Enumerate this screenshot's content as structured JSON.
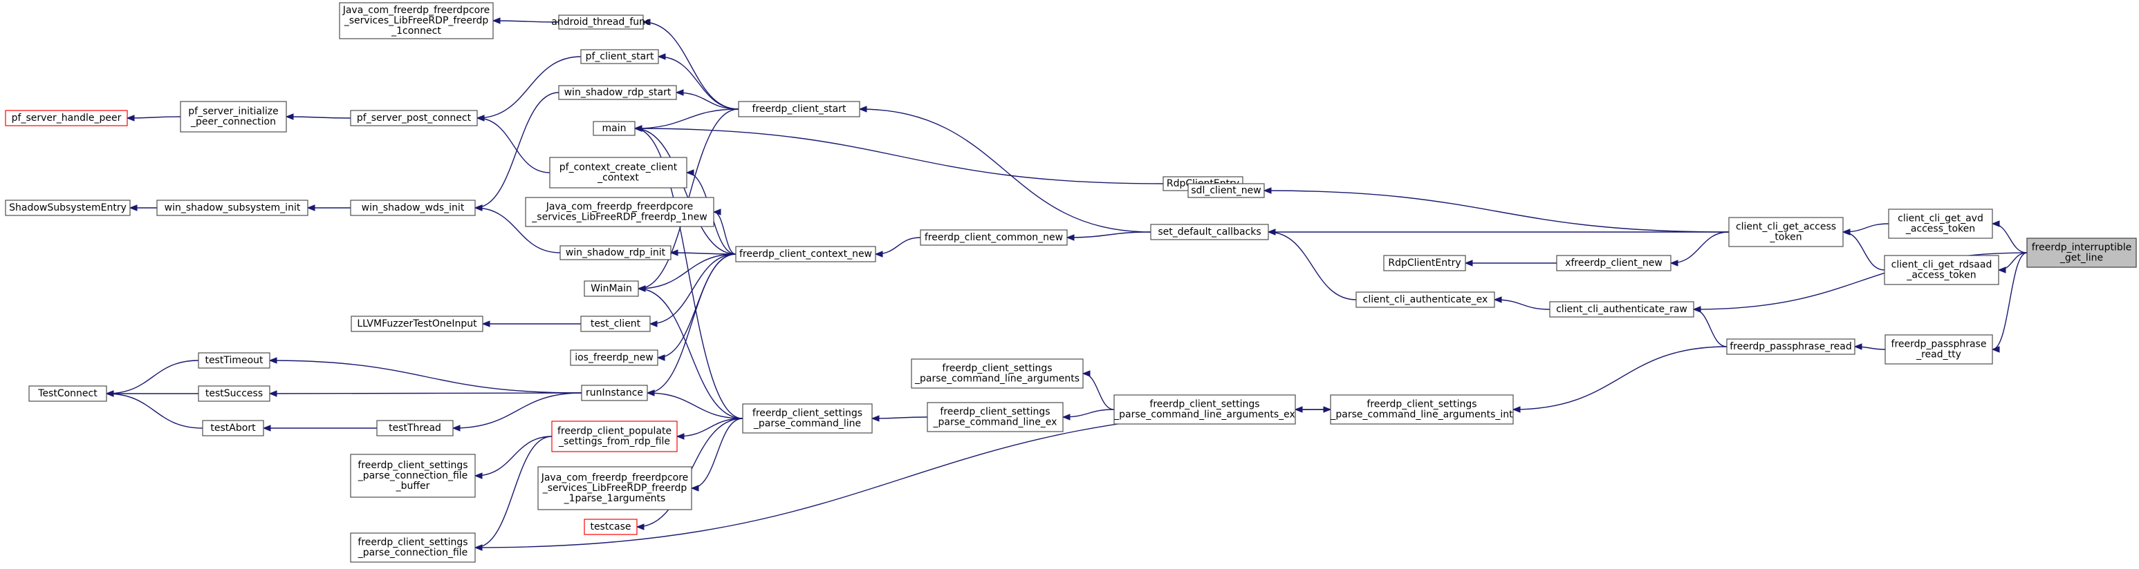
{
  "diagram": {
    "nodes": [
      {
        "id": "java_connect",
        "lines": [
          "Java_com_freerdp_freerdpcore",
          "_services_LibFreeRDP_freerdp",
          "_1connect"
        ]
      },
      {
        "id": "android_thread_func",
        "lines": [
          "android_thread_func"
        ]
      },
      {
        "id": "pf_client_start",
        "lines": [
          "pf_client_start"
        ]
      },
      {
        "id": "freerdp_client_start",
        "lines": [
          "freerdp_client_start"
        ]
      },
      {
        "id": "win_shadow_rdp_start",
        "lines": [
          "win_shadow_rdp_start"
        ]
      },
      {
        "id": "pf_server_handle_peer",
        "lines": [
          "pf_server_handle_peer"
        ],
        "style": "red"
      },
      {
        "id": "pf_server_initialize_peer_connection",
        "lines": [
          "pf_server_initialize",
          "_peer_connection"
        ]
      },
      {
        "id": "pf_server_post_connect",
        "lines": [
          "pf_server_post_connect"
        ]
      },
      {
        "id": "main",
        "lines": [
          "main"
        ]
      },
      {
        "id": "pf_context_create_client_context",
        "lines": [
          "pf_context_create_client",
          "_context"
        ]
      },
      {
        "id": "RdpClientEntry_sdl",
        "lines": [
          "RdpClientEntry"
        ]
      },
      {
        "id": "sdl_client_new",
        "lines": [
          "sdl_client_new"
        ]
      },
      {
        "id": "ShadowSubsystemEntry",
        "lines": [
          "ShadowSubsystemEntry"
        ]
      },
      {
        "id": "win_shadow_subsystem_init",
        "lines": [
          "win_shadow_subsystem_init"
        ]
      },
      {
        "id": "win_shadow_wds_init",
        "lines": [
          "win_shadow_wds_init"
        ]
      },
      {
        "id": "java_new",
        "lines": [
          "Java_com_freerdp_freerdpcore",
          "_services_LibFreeRDP_freerdp_1new"
        ]
      },
      {
        "id": "client_cli_get_access_token",
        "lines": [
          "client_cli_get_access",
          "_token"
        ]
      },
      {
        "id": "client_cli_get_avd_access_token",
        "lines": [
          "client_cli_get_avd",
          "_access_token"
        ]
      },
      {
        "id": "freerdp_client_common_new",
        "lines": [
          "freerdp_client_common_new"
        ]
      },
      {
        "id": "set_default_callbacks",
        "lines": [
          "set_default_callbacks"
        ]
      },
      {
        "id": "freerdp_client_context_new",
        "lines": [
          "freerdp_client_context_new"
        ]
      },
      {
        "id": "win_shadow_rdp_init",
        "lines": [
          "win_shadow_rdp_init"
        ]
      },
      {
        "id": "RdpClientEntry_x",
        "lines": [
          "RdpClientEntry"
        ]
      },
      {
        "id": "xfreerdp_client_new",
        "lines": [
          "xfreerdp_client_new"
        ]
      },
      {
        "id": "client_cli_get_rdsaad_access_token",
        "lines": [
          "client_cli_get_rdsaad",
          "_access_token"
        ]
      },
      {
        "id": "freerdp_interruptible_get_line",
        "lines": [
          "freerdp_interruptible",
          "_get_line"
        ],
        "style": "root"
      },
      {
        "id": "WinMain",
        "lines": [
          "WinMain"
        ]
      },
      {
        "id": "client_cli_authenticate_ex",
        "lines": [
          "client_cli_authenticate_ex"
        ]
      },
      {
        "id": "LLVMFuzzerTestOneInput",
        "lines": [
          "LLVMFuzzerTestOneInput"
        ]
      },
      {
        "id": "test_client",
        "lines": [
          "test_client"
        ]
      },
      {
        "id": "client_cli_authenticate_raw",
        "lines": [
          "client_cli_authenticate_raw"
        ]
      },
      {
        "id": "freerdp_passphrase_read_tty",
        "lines": [
          "freerdp_passphrase",
          "_read_tty"
        ]
      },
      {
        "id": "freerdp_passphrase_read",
        "lines": [
          "freerdp_passphrase_read"
        ]
      },
      {
        "id": "ios_freerdp_new",
        "lines": [
          "ios_freerdp_new"
        ]
      },
      {
        "id": "testTimeout",
        "lines": [
          "testTimeout"
        ]
      },
      {
        "id": "fcs_parse_command_line_arguments",
        "lines": [
          "freerdp_client_settings",
          "_parse_command_line_arguments"
        ]
      },
      {
        "id": "TestConnect",
        "lines": [
          "TestConnect"
        ]
      },
      {
        "id": "testSuccess",
        "lines": [
          "testSuccess"
        ]
      },
      {
        "id": "runInstance",
        "lines": [
          "runInstance"
        ]
      },
      {
        "id": "fcs_parse_command_line_arguments_ex",
        "lines": [
          "freerdp_client_settings",
          "_parse_command_line_arguments_ex"
        ]
      },
      {
        "id": "fcs_parse_command_line_arguments_int",
        "lines": [
          "freerdp_client_settings",
          "_parse_command_line_arguments_int"
        ]
      },
      {
        "id": "fcs_parse_command_line",
        "lines": [
          "freerdp_client_settings",
          "_parse_command_line"
        ]
      },
      {
        "id": "fcs_parse_command_line_ex",
        "lines": [
          "freerdp_client_settings",
          "_parse_command_line_ex"
        ]
      },
      {
        "id": "testAbort",
        "lines": [
          "testAbort"
        ]
      },
      {
        "id": "testThread",
        "lines": [
          "testThread"
        ]
      },
      {
        "id": "freerdp_client_populate_settings_from_rdp_file",
        "lines": [
          "freerdp_client_populate",
          "_settings_from_rdp_file"
        ],
        "style": "red"
      },
      {
        "id": "fcs_parse_connection_file_buffer",
        "lines": [
          "freerdp_client_settings",
          "_parse_connection_file",
          "_buffer"
        ]
      },
      {
        "id": "java_parse_arguments",
        "lines": [
          "Java_com_freerdp_freerdpcore",
          "_services_LibFreeRDP_freerdp",
          "_1parse_1arguments"
        ]
      },
      {
        "id": "testcase",
        "lines": [
          "testcase"
        ],
        "style": "red"
      },
      {
        "id": "fcs_parse_connection_file",
        "lines": [
          "freerdp_client_settings",
          "_parse_connection_file"
        ]
      }
    ],
    "edges": [
      {
        "from": "client_cli_get_avd_access_token",
        "to": "freerdp_interruptible_get_line"
      },
      {
        "from": "client_cli_get_rdsaad_access_token",
        "to": "freerdp_interruptible_get_line"
      },
      {
        "from": "client_cli_authenticate_raw",
        "to": "freerdp_interruptible_get_line"
      },
      {
        "from": "freerdp_passphrase_read_tty",
        "to": "freerdp_interruptible_get_line"
      },
      {
        "from": "client_cli_get_access_token",
        "to": "client_cli_get_avd_access_token"
      },
      {
        "from": "client_cli_get_access_token",
        "to": "client_cli_get_rdsaad_access_token"
      },
      {
        "from": "freerdp_passphrase_read",
        "to": "freerdp_passphrase_read_tty"
      },
      {
        "from": "sdl_client_new",
        "to": "client_cli_get_access_token"
      },
      {
        "from": "set_default_callbacks",
        "to": "client_cli_get_access_token"
      },
      {
        "from": "xfreerdp_client_new",
        "to": "client_cli_get_access_token"
      },
      {
        "from": "client_cli_authenticate_ex",
        "to": "client_cli_authenticate_raw"
      },
      {
        "from": "client_cli_authenticate_raw",
        "to": "freerdp_passphrase_read"
      },
      {
        "from": "fcs_parse_command_line_arguments_int",
        "to": "freerdp_passphrase_read"
      },
      {
        "from": "RdpClientEntry_sdl",
        "to": "sdl_client_new"
      },
      {
        "from": "RdpClientEntry_x",
        "to": "xfreerdp_client_new"
      },
      {
        "from": "freerdp_client_common_new",
        "to": "set_default_callbacks"
      },
      {
        "from": "freerdp_client_start",
        "to": "set_default_callbacks"
      },
      {
        "from": "set_default_callbacks",
        "to": "client_cli_authenticate_ex"
      },
      {
        "from": "fcs_parse_command_line_arguments_ex",
        "to": "fcs_parse_command_line_arguments_int"
      },
      {
        "from": "fcs_parse_command_line_arguments_int",
        "to": "fcs_parse_connection_file"
      },
      {
        "from": "freerdp_client_context_new",
        "to": "freerdp_client_common_new"
      },
      {
        "from": "android_thread_func",
        "to": "freerdp_client_start"
      },
      {
        "from": "pf_client_start",
        "to": "freerdp_client_start"
      },
      {
        "from": "win_shadow_rdp_start",
        "to": "freerdp_client_start"
      },
      {
        "from": "main",
        "to": "freerdp_client_start"
      },
      {
        "from": "WinMain",
        "to": "freerdp_client_start"
      },
      {
        "from": "java_connect",
        "to": "android_thread_func"
      },
      {
        "from": "pf_server_post_connect",
        "to": "pf_client_start"
      },
      {
        "from": "win_shadow_wds_init",
        "to": "win_shadow_rdp_start"
      },
      {
        "from": "pf_server_handle_peer",
        "to": "pf_server_initialize_peer_connection"
      },
      {
        "from": "pf_server_initialize_peer_connection",
        "to": "pf_server_post_connect"
      },
      {
        "from": "pf_server_post_connect",
        "to": "pf_context_create_client_context"
      },
      {
        "from": "main",
        "to": "RdpClientEntry_sdl"
      },
      {
        "from": "ShadowSubsystemEntry",
        "to": "win_shadow_subsystem_init"
      },
      {
        "from": "win_shadow_subsystem_init",
        "to": "win_shadow_wds_init"
      },
      {
        "from": "win_shadow_wds_init",
        "to": "win_shadow_rdp_init"
      },
      {
        "from": "pf_context_create_client_context",
        "to": "freerdp_client_context_new"
      },
      {
        "from": "java_new",
        "to": "freerdp_client_context_new"
      },
      {
        "from": "win_shadow_rdp_init",
        "to": "freerdp_client_context_new"
      },
      {
        "from": "main",
        "to": "freerdp_client_context_new"
      },
      {
        "from": "WinMain",
        "to": "freerdp_client_context_new"
      },
      {
        "from": "test_client",
        "to": "freerdp_client_context_new"
      },
      {
        "from": "ios_freerdp_new",
        "to": "freerdp_client_context_new"
      },
      {
        "from": "runInstance",
        "to": "freerdp_client_context_new"
      },
      {
        "from": "LLVMFuzzerTestOneInput",
        "to": "test_client"
      },
      {
        "from": "TestConnect",
        "to": "testTimeout"
      },
      {
        "from": "TestConnect",
        "to": "testSuccess"
      },
      {
        "from": "TestConnect",
        "to": "testAbort"
      },
      {
        "from": "testTimeout",
        "to": "runInstance"
      },
      {
        "from": "testSuccess",
        "to": "runInstance"
      },
      {
        "from": "testAbort",
        "to": "testThread"
      },
      {
        "from": "testThread",
        "to": "runInstance"
      },
      {
        "from": "main",
        "to": "fcs_parse_command_line"
      },
      {
        "from": "WinMain",
        "to": "fcs_parse_command_line"
      },
      {
        "from": "runInstance",
        "to": "fcs_parse_command_line"
      },
      {
        "from": "freerdp_client_populate_settings_from_rdp_file",
        "to": "fcs_parse_command_line"
      },
      {
        "from": "java_parse_arguments",
        "to": "fcs_parse_command_line"
      },
      {
        "from": "testcase",
        "to": "fcs_parse_command_line"
      },
      {
        "from": "fcs_parse_command_line",
        "to": "fcs_parse_command_line_ex"
      },
      {
        "from": "fcs_parse_command_line_ex",
        "to": "fcs_parse_command_line_arguments_ex"
      },
      {
        "from": "fcs_parse_command_line_arguments",
        "to": "fcs_parse_command_line_arguments_ex"
      },
      {
        "from": "fcs_parse_connection_file_buffer",
        "to": "freerdp_client_populate_settings_from_rdp_file"
      },
      {
        "from": "fcs_parse_connection_file",
        "to": "freerdp_client_populate_settings_from_rdp_file"
      }
    ]
  }
}
